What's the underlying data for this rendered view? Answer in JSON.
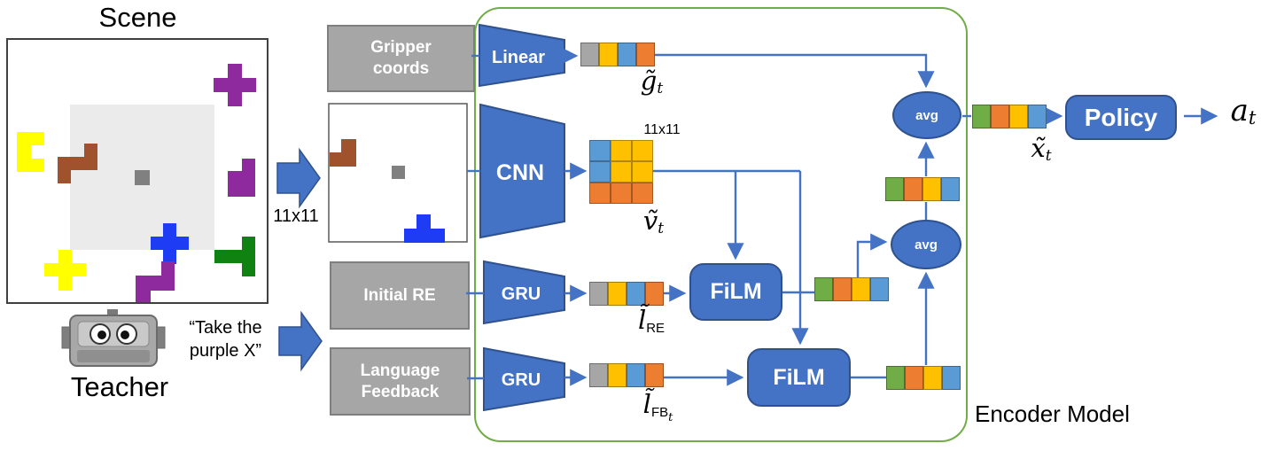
{
  "palette": {
    "gray": "#A6A6A6",
    "gold": "#FFC000",
    "blue": "#5B9BD5",
    "orange": "#ED7D31",
    "green": "#70AD47",
    "shape_blue": "#4472C4",
    "shape_blue_border": "#2F528F",
    "encoder_border": "#70AD47",
    "scene_yellow": "#FFFF00",
    "scene_brown": "#A0522D",
    "scene_purple": "#8E2A9E",
    "scene_blue": "#1D3CF4",
    "scene_green": "#108212",
    "scene_gray": "#808080"
  },
  "left": {
    "scene_title": "Scene",
    "teacher_label": "Teacher",
    "speech_line1": "“Take the",
    "speech_line2": "purple X”",
    "arrow_label": "11x11"
  },
  "inputs": {
    "gripper_line1": "Gripper",
    "gripper_line2": "coords",
    "initial_re": "Initial RE",
    "language_line1": "Language",
    "language_line2": "Feedback"
  },
  "encoders": {
    "linear": "Linear",
    "cnn": "CNN",
    "gru_re": "GRU",
    "gru_fb": "GRU"
  },
  "ops": {
    "film_re": "FiLM",
    "film_fb": "FiLM",
    "avg_top": "avg",
    "avg_mid": "avg",
    "policy": "Policy"
  },
  "labels": {
    "grid_size": "11x11",
    "g": {
      "main": "g̃",
      "sub": "t"
    },
    "v": {
      "main": "ṽ",
      "sub": "t"
    },
    "l_re": {
      "main": "l̃",
      "sub": "RE"
    },
    "l_fb": {
      "main": "l̃",
      "sub": "FB",
      "subsub": "t"
    },
    "x": {
      "main": "x̃",
      "sub": "t"
    },
    "a": {
      "main": "a",
      "sub": "t"
    },
    "encoder_model": "Encoder Model"
  },
  "tokens": {
    "input_colors": [
      "gray",
      "gold",
      "blue",
      "orange"
    ],
    "fused_colors": [
      "green",
      "orange",
      "gold",
      "blue"
    ],
    "cnn_grid": [
      [
        "blue",
        "gold",
        "gold"
      ],
      [
        "blue",
        "gold",
        "gold"
      ],
      [
        "orange",
        "orange",
        "orange"
      ]
    ]
  }
}
